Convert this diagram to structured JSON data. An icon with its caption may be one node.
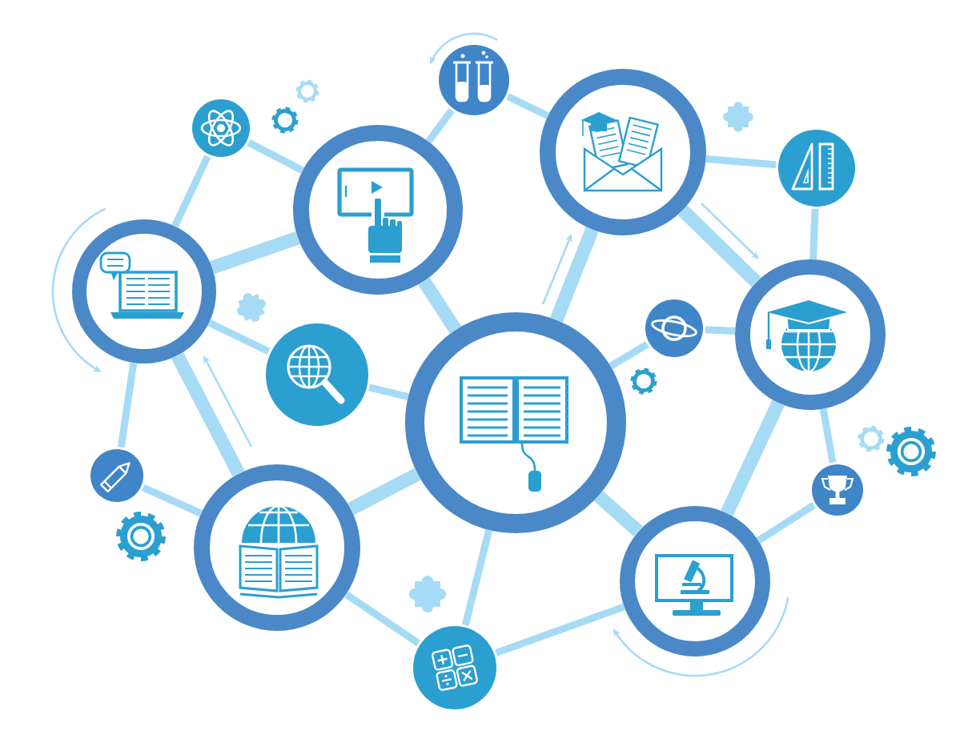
{
  "diagram": {
    "nodes": [
      {
        "text": [],
        "shape": "circle"
      },
      {
        "text": [],
        "shape": "circle"
      },
      {
        "text": [],
        "shape": "circle"
      },
      {
        "text": [],
        "shape": "circle"
      },
      {
        "text": [],
        "shape": "circle"
      },
      {
        "text": [],
        "shape": "circle"
      },
      {
        "text": [],
        "shape": "circle"
      },
      {
        "text": [],
        "shape": "circle"
      },
      {
        "text": [],
        "shape": "circle"
      },
      {
        "text": [],
        "shape": "circle"
      },
      {
        "text": [],
        "shape": "circle"
      },
      {
        "text": [],
        "shape": "circle"
      },
      {
        "text": [],
        "shape": "circle"
      },
      {
        "text": [],
        "shape": "circle"
      },
      {
        "text": [],
        "shape": "circle"
      }
    ],
    "edges": [
      {
        "from": 3,
        "to": 7,
        "arrow": "none"
      },
      {
        "from": 7,
        "to": 1,
        "arrow": "none"
      },
      {
        "from": 3,
        "to": 1,
        "arrow": "none",
        "style": "thick"
      },
      {
        "from": 1,
        "to": 8,
        "arrow": "none"
      },
      {
        "from": 8,
        "to": 2,
        "arrow": "none"
      },
      {
        "from": 1,
        "to": 0,
        "arrow": "none",
        "style": "thick"
      },
      {
        "from": 2,
        "to": 9,
        "arrow": "none"
      },
      {
        "from": 2,
        "to": 4,
        "arrow": "none",
        "style": "thick"
      },
      {
        "from": 2,
        "to": 0,
        "arrow": "none",
        "style": "thick"
      },
      {
        "from": 9,
        "to": 4,
        "arrow": "none"
      },
      {
        "from": 11,
        "to": 4,
        "arrow": "none"
      },
      {
        "from": 11,
        "to": 0,
        "arrow": "none"
      },
      {
        "from": 3,
        "to": 10,
        "arrow": "none"
      },
      {
        "from": 10,
        "to": 0,
        "arrow": "none"
      },
      {
        "from": 3,
        "to": 5,
        "arrow": "none",
        "style": "thick"
      },
      {
        "from": 3,
        "to": 12,
        "arrow": "none"
      },
      {
        "from": 12,
        "to": 5,
        "arrow": "none"
      },
      {
        "from": 5,
        "to": 0,
        "arrow": "none",
        "style": "thick"
      },
      {
        "from": 5,
        "to": 13,
        "arrow": "none"
      },
      {
        "from": 13,
        "to": 0,
        "arrow": "none"
      },
      {
        "from": 13,
        "to": 6,
        "arrow": "none"
      },
      {
        "from": 0,
        "to": 6,
        "arrow": "none",
        "style": "thick"
      },
      {
        "from": 4,
        "to": 6,
        "arrow": "none",
        "style": "thick"
      },
      {
        "from": 4,
        "to": 14,
        "arrow": "none"
      },
      {
        "from": 14,
        "to": 6,
        "arrow": "none"
      }
    ]
  }
}
